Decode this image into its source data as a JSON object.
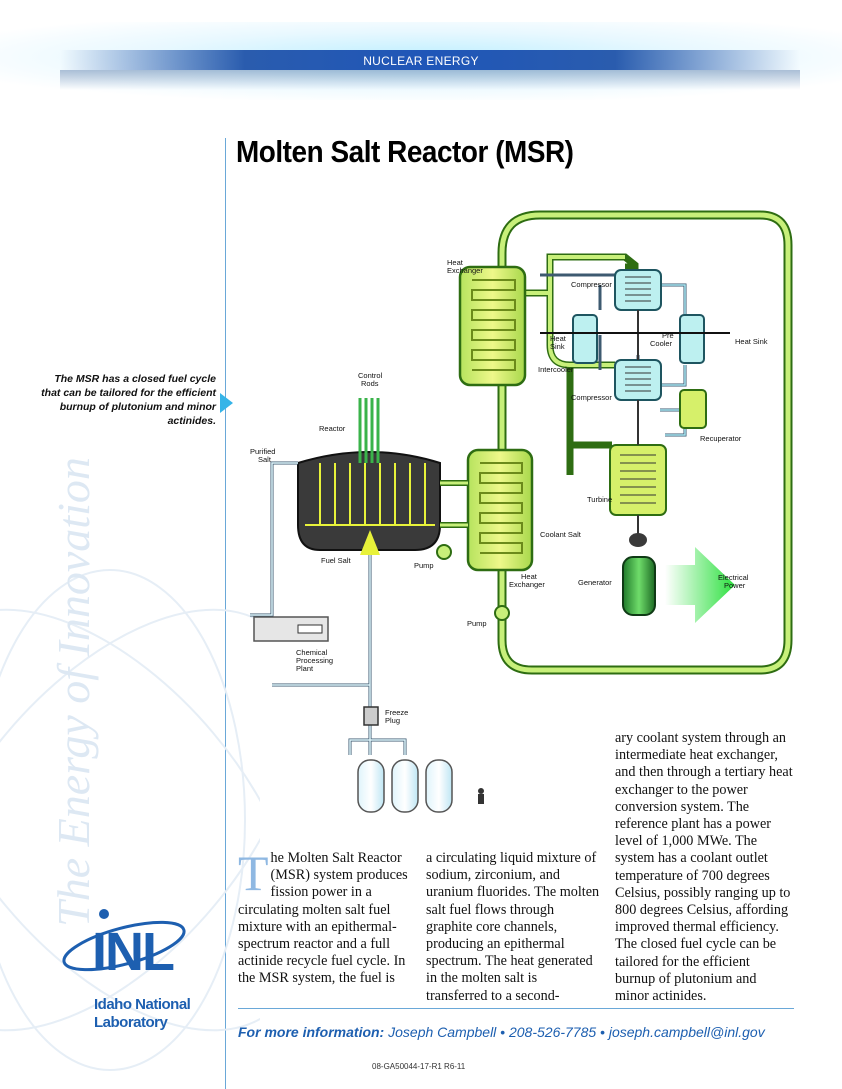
{
  "header": {
    "label": "NUCLEAR ENERGY"
  },
  "title": "Molten Salt Reactor (MSR)",
  "caption": "The MSR has a closed fuel cycle that can be tailored for the efficient burnup of plutonium and minor actinides.",
  "watermark": "The Energy of Innovation",
  "diagram": {
    "labels": {
      "heat_exchanger_top": [
        "Heat",
        "Exchanger"
      ],
      "compressor_top": "Compressor",
      "pre_cooler": [
        "Pre",
        "Cooler"
      ],
      "heat_sink_left": [
        "Heat",
        "Sink"
      ],
      "heat_sink_right": "Heat Sink",
      "intercooler": "Intercooler",
      "compressor_mid": "Compressor",
      "recuperator": "Recuperator",
      "control_rods": [
        "Control",
        "Rods"
      ],
      "reactor": "Reactor",
      "purified_salt": [
        "Purified",
        "Salt"
      ],
      "turbine": "Turbine",
      "coolant_salt": "Coolant Salt",
      "fuel_salt": "Fuel Salt",
      "pump_center": "Pump",
      "heat_exchanger_bottom": [
        "Heat",
        "Exchanger"
      ],
      "generator": "Generator",
      "electrical_power": [
        "Electrical",
        "Power"
      ],
      "pump_lower": "Pump",
      "chemical_processing_plant": [
        "Chemical",
        "Processing",
        "Plant"
      ],
      "freeze_plug": [
        "Freeze",
        "Plug"
      ]
    },
    "colors": {
      "coolant": "#c8f07a",
      "fuel": "#e8f23a",
      "reactor": "#3a3a3a",
      "power_arrow": "#3ee048"
    }
  },
  "body": {
    "dropcap": "T",
    "col1": "he Molten Salt Reactor (MSR) system produces fission power in a circulating molten salt fuel mixture with an epithermal-spectrum reactor and a full actinide recycle fuel cycle. In the MSR system, the fuel is",
    "col2": "a circulating liquid mixture of sodium, zirconium, and uranium fluorides. The molten salt fuel flows through graphite core channels, producing an epithermal spectrum. The heat generated in the molten salt is transferred to a second-",
    "col3": "ary coolant system through an intermediate heat exchanger, and then through a tertiary heat exchanger to the power conversion system. The reference plant has a power level of 1,000 MWe. The system has a coolant outlet temperature of 700 degrees Celsius, possibly ranging up to 800 degrees Celsius, affording improved thermal efficiency. The closed fuel cycle can be tailored for the efficient burnup of plutonium and minor actinides."
  },
  "logo": {
    "mark": "INL",
    "line1": "Idaho National",
    "line2": "Laboratory"
  },
  "footer": {
    "lead": "For more information:",
    "contact": " Joseph Campbell • 208-526-7785 • joseph.campbell@inl.gov",
    "code": "08-GA50044-17-R1  R6-11"
  }
}
